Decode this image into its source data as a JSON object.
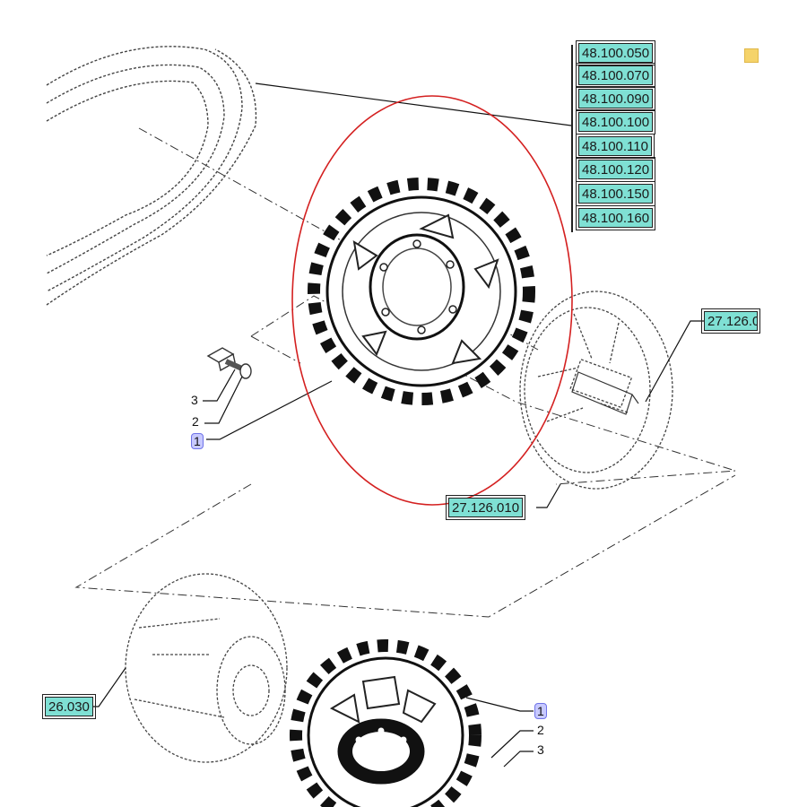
{
  "ref_list": {
    "items": [
      "48.100.050",
      "48.100.070",
      "48.100.090",
      "48.100.100",
      "48.100.110",
      "48.100.120",
      "48.100.150",
      "48.100.160"
    ]
  },
  "refs": {
    "hub_right": "27.126.0",
    "hub_bottom": "27.126.010",
    "hub_left": "26.030"
  },
  "callouts": {
    "upper": [
      "3",
      "2",
      "1"
    ],
    "lower": [
      "1",
      "2",
      "3"
    ]
  },
  "colors": {
    "highlight_ellipse": "#d42020",
    "ref_label_bg": "#7fe0d4",
    "selected_callout": "#c7c9ff"
  },
  "icons": {
    "folder": "folder-icon"
  }
}
